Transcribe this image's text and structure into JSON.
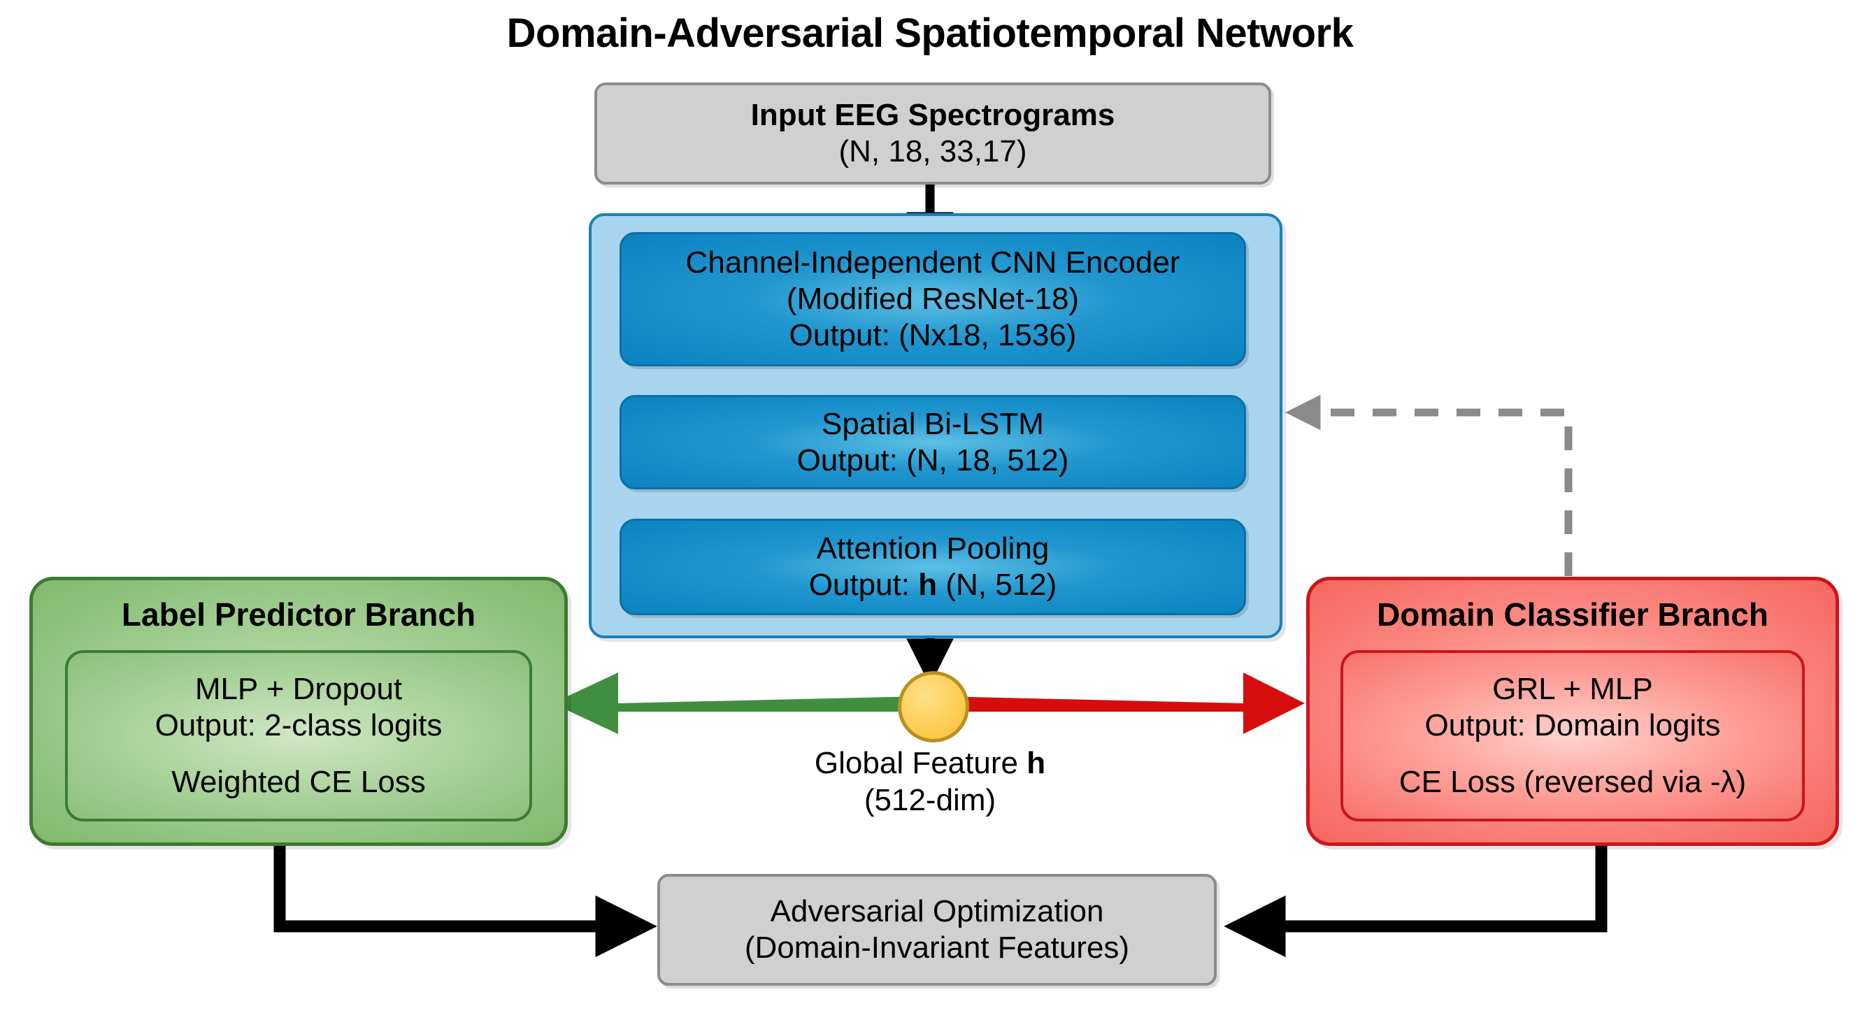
{
  "title": "Domain-Adversarial Spatiotemporal Network",
  "input_node": {
    "line1": "Input EEG Spectrograms",
    "line2": "(N, 18, 33,17)"
  },
  "encoder": {
    "cnn": {
      "line1": "Channel-Independent CNN Encoder",
      "line2": "(Modified ResNet-18)",
      "line3": "Output: (Nx18, 1536)"
    },
    "lstm": {
      "line1": "Spatial Bi-LSTM",
      "line2": "Output: (N, 18, 512)"
    },
    "attention": {
      "line1": "Attention Pooling",
      "line2_pre": "Output: ",
      "line2_bold": "h",
      "line2_post": " (N, 512)"
    }
  },
  "hub": {
    "label_line1_pre": "Global Feature ",
    "label_line1_bold": "h",
    "label_line2": "(512-dim)"
  },
  "label_predictor": {
    "header": "Label Predictor Branch",
    "line1": "MLP + Dropout",
    "line2": "Output: 2-class logits",
    "line3": "Weighted CE Loss"
  },
  "domain_classifier": {
    "header": "Domain Classifier Branch",
    "line1": "GRL + MLP",
    "line2": "Output: Domain logits",
    "line3": "CE Loss (reversed via -λ)"
  },
  "optimization": {
    "line1": "Adversarial Optimization",
    "line2": "(Domain-Invariant Features)"
  },
  "colors": {
    "gray_fill": "#d0d0d0",
    "gray_border": "#8c8c8c",
    "blue_container": "#a8d4ee",
    "blue_border": "#1b7fb8",
    "blue_box": "#1d96cf",
    "green_fill": "#9ecb8d",
    "green_border": "#3d7a34",
    "green_arrow": "#3f8f3f",
    "red_fill": "#fb8c85",
    "red_border": "#c9161b",
    "red_arrow": "#d60d0d",
    "hub_fill": "#fccd52",
    "hub_border": "#b99023",
    "dashed_arrow": "#8a8a8a",
    "black_arrow": "#000000"
  }
}
